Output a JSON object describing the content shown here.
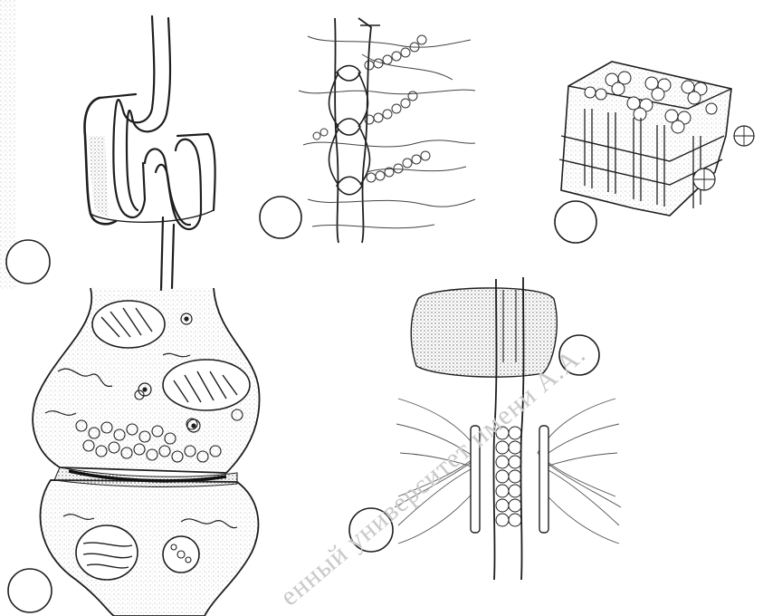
{
  "figure": {
    "panels": [
      {
        "id": "a",
        "subject": "folded tight-junction strand"
      },
      {
        "id": "b",
        "subject": "desmosome with intermediate filaments"
      },
      {
        "id": "c",
        "subject": "gap junction connexons in membrane bilayer"
      },
      {
        "id": "d",
        "subject": "chemical synapse with vesicles and mitochondria"
      },
      {
        "id": "e",
        "subject": "adherens junction with filament bundle"
      }
    ],
    "label_circle_count": 6,
    "watermark_text": "енный университет имени А.А."
  },
  "colors": {
    "ink": "#1e1e1e",
    "stipple": "#6d6d6d",
    "background": "#ffffff",
    "watermark": "#c9c9c9"
  }
}
